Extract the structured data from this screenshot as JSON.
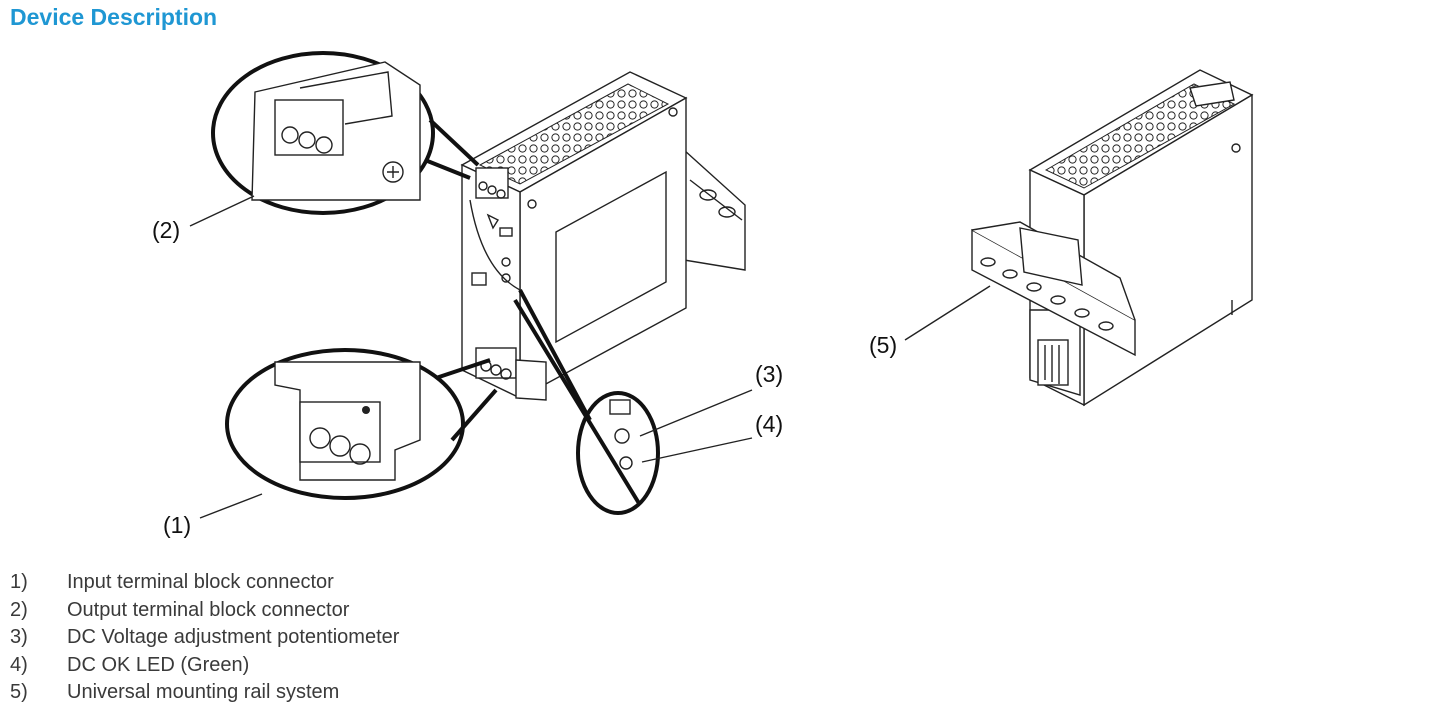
{
  "page": {
    "title": "Device Description"
  },
  "figure": {
    "callouts": [
      "(1)",
      "(2)",
      "(3)",
      "(4)",
      "(5)"
    ]
  },
  "legend": [
    {
      "num": "1)",
      "text": "Input terminal block connector"
    },
    {
      "num": "2)",
      "text": "Output terminal block connector"
    },
    {
      "num": "3)",
      "text": "DC Voltage adjustment potentiometer"
    },
    {
      "num": "4)",
      "text": "DC OK LED (Green)"
    },
    {
      "num": "5)",
      "text": "Universal mounting rail system"
    }
  ]
}
